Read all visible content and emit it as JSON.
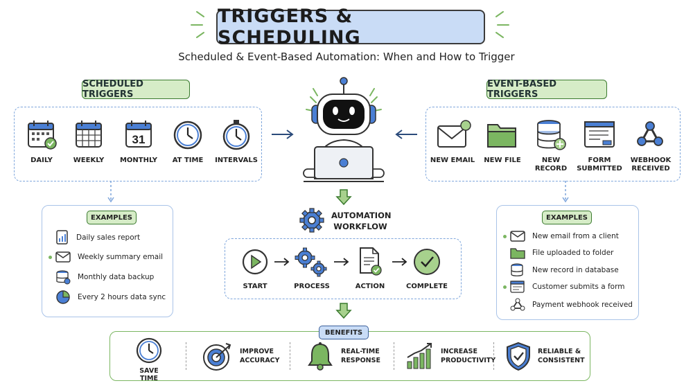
{
  "title": "TRIGGERS & SCHEDULING",
  "subtitle": "Scheduled & Event-Based Automation: When and How to Trigger",
  "scheduled": {
    "heading": "SCHEDULED TRIGGERS",
    "items": [
      {
        "label": "DAILY",
        "icon": "calendar-check-icon"
      },
      {
        "label": "WEEKLY",
        "icon": "calendar-grid-icon"
      },
      {
        "label": "MONTHLY",
        "icon": "calendar-31-icon",
        "badge": "31"
      },
      {
        "label": "AT TIME",
        "icon": "clock-icon"
      },
      {
        "label": "INTERVALS",
        "icon": "stopwatch-icon"
      }
    ],
    "examples_heading": "EXAMPLES",
    "examples": [
      {
        "text": "Daily sales report",
        "icon": "report-doc-icon"
      },
      {
        "text": "Weekly summary email",
        "icon": "envelope-icon"
      },
      {
        "text": "Monthly data backup",
        "icon": "database-backup-icon"
      },
      {
        "text": "Every 2 hours data sync",
        "icon": "pie-sync-icon"
      }
    ]
  },
  "events": {
    "heading": "EVENT-BASED TRIGGERS",
    "items": [
      {
        "label": "NEW EMAIL",
        "icon": "new-email-icon"
      },
      {
        "label": "NEW FILE",
        "icon": "folder-icon"
      },
      {
        "label": "NEW RECORD",
        "icon": "database-plus-icon"
      },
      {
        "label": "FORM\nSUBMITTED",
        "icon": "form-icon"
      },
      {
        "label": "WEBHOOK\nRECEIVED",
        "icon": "webhook-icon"
      }
    ],
    "examples_heading": "EXAMPLES",
    "examples": [
      {
        "text": "New email from a client",
        "icon": "envelope-icon"
      },
      {
        "text": "File uploaded to folder",
        "icon": "folder-icon"
      },
      {
        "text": "New record in database",
        "icon": "database-icon"
      },
      {
        "text": "Customer submits a form",
        "icon": "form-icon"
      },
      {
        "text": "Payment webhook received",
        "icon": "webhook-icon"
      }
    ]
  },
  "workflow": {
    "heading_line1": "AUTOMATION",
    "heading_line2": "WORKFLOW",
    "steps": [
      {
        "label": "START",
        "icon": "play-icon"
      },
      {
        "label": "PROCESS",
        "icon": "gears-icon"
      },
      {
        "label": "ACTION",
        "icon": "document-check-icon"
      },
      {
        "label": "COMPLETE",
        "icon": "check-circle-icon"
      }
    ]
  },
  "benefits": {
    "heading": "BENEFITS",
    "items": [
      {
        "label": "SAVE TIME",
        "icon": "clock-icon"
      },
      {
        "label": "IMPROVE\nACCURACY",
        "icon": "target-icon"
      },
      {
        "label": "REAL-TIME\nRESPONSE",
        "icon": "bell-icon"
      },
      {
        "label": "INCREASE\nPRODUCTIVITY",
        "icon": "growth-chart-icon"
      },
      {
        "label": "RELIABLE &\nCONSISTENT",
        "icon": "shield-check-icon"
      }
    ]
  },
  "colors": {
    "blue_accent": "#c9dcf6",
    "green_accent": "#d6ecc7",
    "icon_blue": "#4a7fd4",
    "icon_green": "#7bb661"
  }
}
